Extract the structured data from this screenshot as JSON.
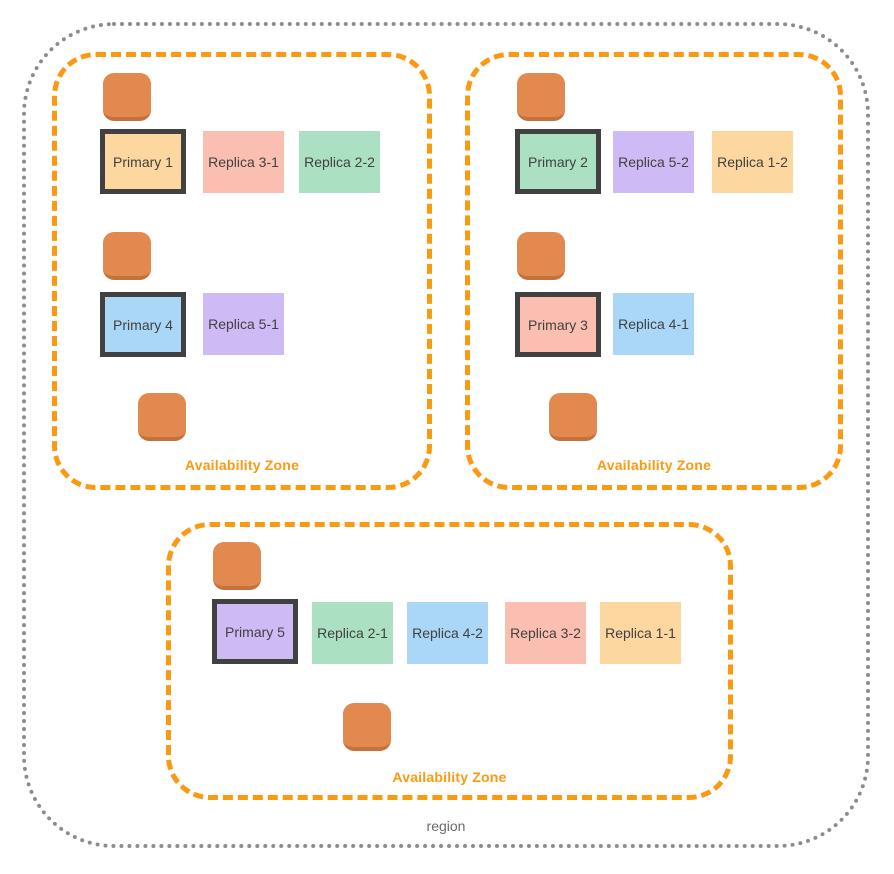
{
  "region": {
    "label": "region"
  },
  "colors": {
    "az_border": "#fb9912",
    "az_label": "#fb9912",
    "region_border": "#8c8c8c",
    "region_label": "#6b6b6b",
    "node_text": "#414141",
    "primary_border": "#414141",
    "instance_icon_fill": "#e1894e",
    "instance_icon_shadow": "#c4723d"
  },
  "zones": [
    {
      "label": "Availability Zone",
      "nodes": [
        {
          "label": "Primary 1",
          "type": "primary",
          "color": "#fcd79f"
        },
        {
          "label": "Replica 3-1",
          "type": "replica",
          "color": "#fbbfb1"
        },
        {
          "label": "Replica 2-2",
          "type": "replica",
          "color": "#ace0c2"
        },
        {
          "label": "Primary 4",
          "type": "primary",
          "color": "#aad6f8"
        },
        {
          "label": "Replica 5-1",
          "type": "replica",
          "color": "#cebaf5"
        }
      ]
    },
    {
      "label": "Availability Zone",
      "nodes": [
        {
          "label": "Primary 2",
          "type": "primary",
          "color": "#ace0c2"
        },
        {
          "label": "Replica 5-2",
          "type": "replica",
          "color": "#cebaf5"
        },
        {
          "label": "Replica 1-2",
          "type": "replica",
          "color": "#fcd79f"
        },
        {
          "label": "Primary 3",
          "type": "primary",
          "color": "#fbbfb1"
        },
        {
          "label": "Replica 4-1",
          "type": "replica",
          "color": "#aad6f8"
        }
      ]
    },
    {
      "label": "Availability Zone",
      "nodes": [
        {
          "label": "Primary 5",
          "type": "primary",
          "color": "#cebaf5"
        },
        {
          "label": "Replica 2-1",
          "type": "replica",
          "color": "#ace0c2"
        },
        {
          "label": "Replica 4-2",
          "type": "replica",
          "color": "#aad6f8"
        },
        {
          "label": "Replica 3-2",
          "type": "replica",
          "color": "#fbbfb1"
        },
        {
          "label": "Replica 1-1",
          "type": "replica",
          "color": "#fcd79f"
        }
      ]
    }
  ]
}
